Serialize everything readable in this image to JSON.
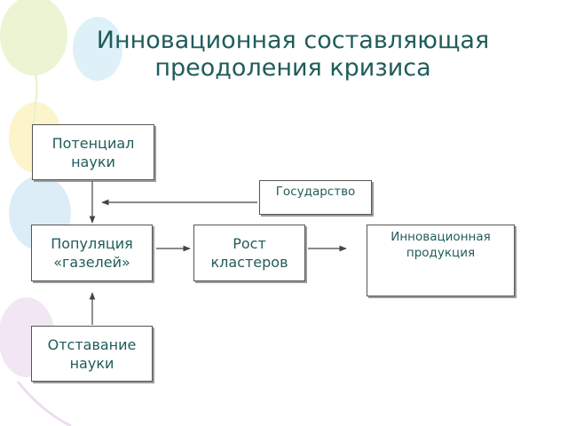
{
  "title": "Инновационная составляющая\nпреодоления кризиса",
  "nodes": {
    "potential": "Потенциал\nнауки",
    "state": "Государство",
    "population": "Популяция\n«газелей»",
    "growth": "Рост\nкластеров",
    "products": "Инновационная\nпродукция",
    "lag": "Отставание\nнауки"
  },
  "colors": {
    "text": "#1f5c5a",
    "border": "#555555"
  }
}
